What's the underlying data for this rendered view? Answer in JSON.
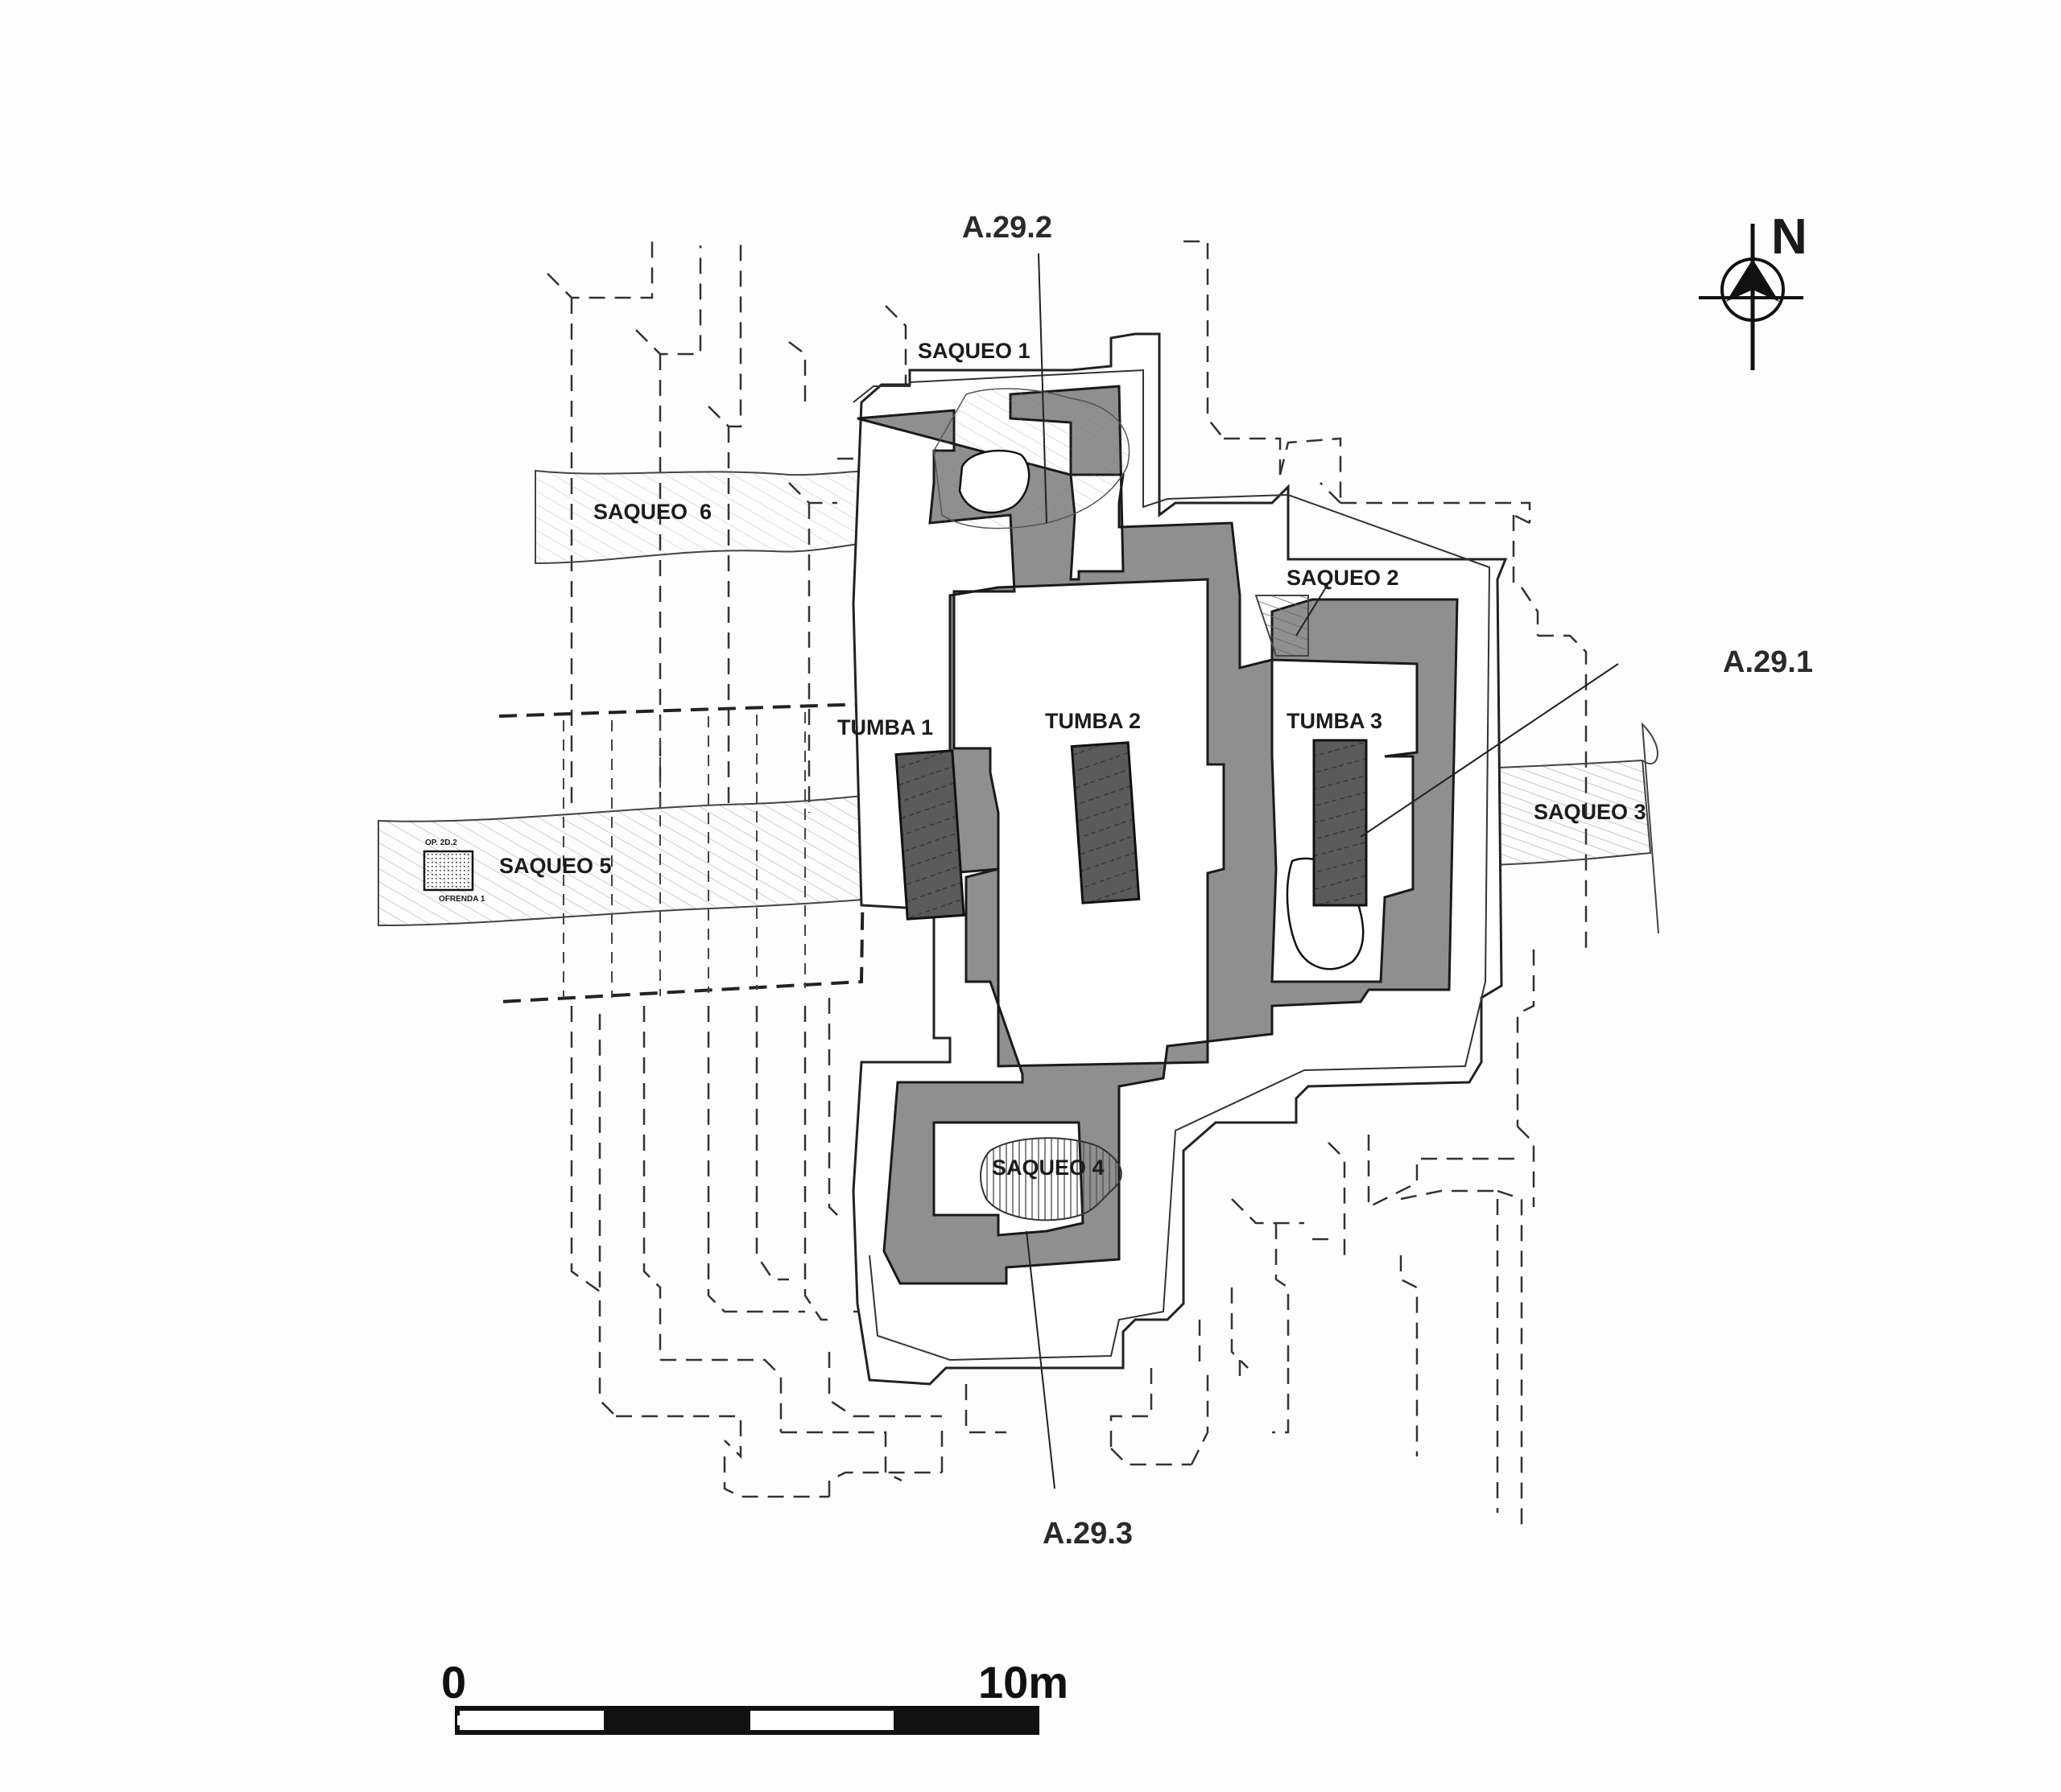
{
  "labels": {
    "saqueo_1": "SAQUEO 1",
    "saqueo_2": "SAQUEO 2",
    "saqueo_3": "SAQUEO 3",
    "saqueo_4": "SAQUEO 4",
    "saqueo_5": "SAQUEO 5",
    "saqueo_6": "SAQUEO  6",
    "tumba_1": "TUMBA 1",
    "tumba_2": "TUMBA 2",
    "tumba_3": "TUMBA 3",
    "op_2d2": "OP. 2D.2",
    "ofrenda_1": "OFRENDA 1"
  },
  "sections": {
    "a29_1": "A.29.1",
    "a29_2": "A.29.2",
    "a29_3": "A.29.3"
  },
  "north": {
    "label": "N"
  },
  "scale": {
    "start": "0",
    "end": "10m"
  },
  "colors": {
    "wall": "#8f8f8f",
    "wall_dark": "#6a6a6a",
    "tomb": "#5f5f5f",
    "line": "#1a1a1a",
    "dashed": "#333333"
  }
}
